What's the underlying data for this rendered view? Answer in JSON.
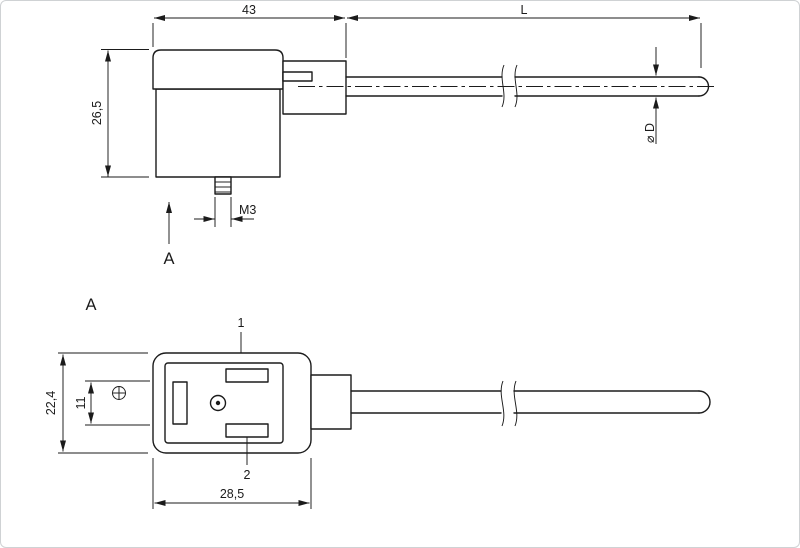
{
  "page": {
    "background_color": "#ffffff",
    "border_color": "#cfd2d4",
    "line_color": "#1b1b1b"
  },
  "side_view": {
    "dims": {
      "body_width": "43",
      "cable_length": "L",
      "body_height": "26,5",
      "thread": "M3",
      "cable_diameter": "⌀ D"
    },
    "view_arrow_label": "A"
  },
  "front_view": {
    "section_label": "A",
    "pins": {
      "pin1": "1",
      "pin2": "2"
    },
    "dims": {
      "height": "22,4",
      "pin_row_offset": "11",
      "width": "28,5"
    }
  }
}
